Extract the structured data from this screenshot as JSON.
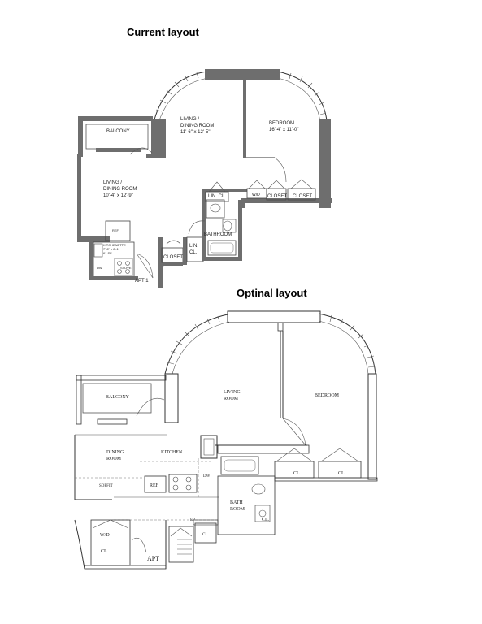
{
  "headings": {
    "current": "Current layout",
    "optimal": "Optinal layout"
  },
  "current_plan": {
    "balcony": "BALCONY",
    "living_upper_name": "LIVING /",
    "living_upper_name2": "DINING ROOM",
    "living_upper_dims": "11'-6\" x 12'-5\"",
    "bedroom_name": "BEDROOM",
    "bedroom_dims": "16'-4\" x 11'-0\"",
    "living_lower_name": "LIVING /",
    "living_lower_name2": "DINING ROOM",
    "living_lower_dims": "10'-4\" x 12'-9\"",
    "lin_cl_upper": "LIN. CL.",
    "wd": "W/D",
    "closet_a": "CLOSET",
    "closet_b": "CLOSET",
    "bathroom": "BATHROOM",
    "lin_cl_lower": "LIN.",
    "lin_cl_lower2": "CL.",
    "closet_c": "CLOSET",
    "kitchenette": "KITCHENETTE",
    "kitchenette_dims": "7'-6\" x 8'-1\"",
    "kitchenette_area": "61 SF",
    "ref": "REF",
    "dw": "DW",
    "stove": "STOVE",
    "apt": "APT 1"
  },
  "optimal_plan": {
    "living": "LIVING",
    "living2": "ROOM",
    "bedroom": "BEDROOM",
    "balcony": "BALCONY",
    "dining": "DINING",
    "dining2": "ROOM",
    "kitchen": "KITCHEN",
    "soffit": "SOFFIT",
    "ref": "REF",
    "dw": "DW",
    "bath": "BATH",
    "bath2": "ROOM",
    "cl_a": "CL.",
    "cl_b": "CL.",
    "cl_c": "CL.",
    "cl_d": "CL.",
    "wd": "W/D",
    "cl_e": "CL.",
    "ep": "EP",
    "apt": "APT"
  }
}
